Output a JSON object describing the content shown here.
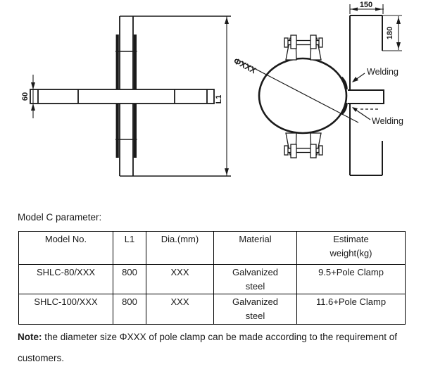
{
  "drawing": {
    "labels": {
      "arm_thickness": "60",
      "length": "L1",
      "clamp_width": "150",
      "clamp_depth": "180",
      "diameter": "ΦXXX",
      "welding_top": "Welding",
      "welding_bottom": "Welding"
    }
  },
  "section": {
    "caption": "Model C parameter:"
  },
  "table": {
    "headers": [
      "Model No.",
      "L1",
      "Dia.(mm)",
      "Material",
      "Estimate weight(kg)"
    ],
    "rows": [
      [
        "SHLC-80/XXX",
        "800",
        "XXX",
        "Galvanized steel",
        "9.5+Pole Clamp"
      ],
      [
        "SHLC-100/XXX",
        "800",
        "XXX",
        "Galvanized steel",
        "11.6+Pole Clamp"
      ]
    ]
  },
  "note": {
    "prefix": "Note:",
    "text": " the diameter size ΦXXX of pole clamp can be made according to the requirement of customers."
  }
}
